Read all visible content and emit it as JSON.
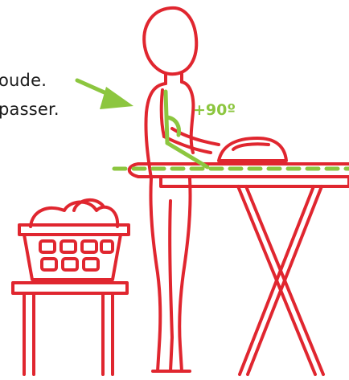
{
  "captions": {
    "line1": "oude.",
    "line2": "passer."
  },
  "angle_label": "+90º",
  "colors": {
    "illustration": "#e0262f",
    "accent": "#8cc63f",
    "text": "#1a1a1a"
  }
}
